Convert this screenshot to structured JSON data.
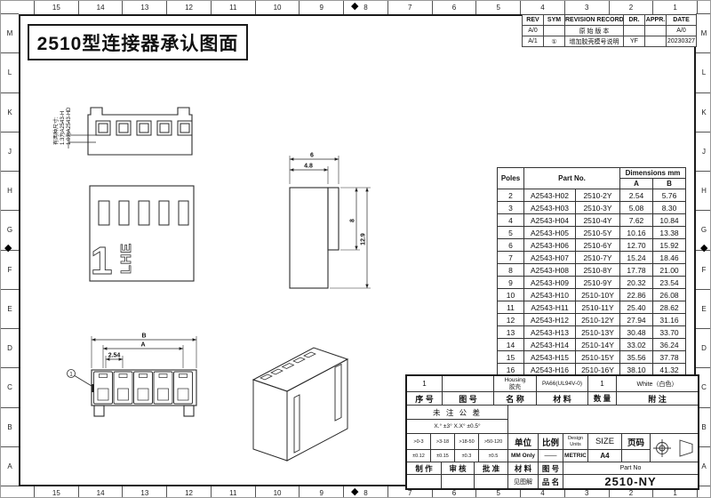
{
  "sheet": {
    "title": "2510型连接器承认图面",
    "grid_columns": [
      "15",
      "14",
      "13",
      "12",
      "11",
      "10",
      "9",
      "8",
      "7",
      "6",
      "5",
      "4",
      "3",
      "2",
      "1"
    ],
    "grid_rows": [
      "M",
      "L",
      "K",
      "J",
      "H",
      "G",
      "F",
      "E",
      "D",
      "C",
      "B",
      "A"
    ],
    "center_mark": "◆"
  },
  "revision": {
    "headers": [
      "REV",
      "SYM",
      "REVISION RECORD",
      "DR.",
      "APPR.",
      "DATE"
    ],
    "rows": [
      [
        "A/0",
        "",
        "原 始 版 本",
        "",
        "",
        "A/0"
      ],
      [
        "A/1",
        "①",
        "增加胶壳模号说明",
        "YF",
        "",
        "20230327"
      ]
    ]
  },
  "parts_table": {
    "header": {
      "poles": "Poles",
      "part_no": "Part No.",
      "dimensions": "Dimensions mm",
      "a": "A",
      "b": "B"
    },
    "rows": [
      {
        "poles": "2",
        "part_no_1": "A2543-H02",
        "part_no_2": "2510-2Y",
        "dim_a": "2.54",
        "dim_b": "5.76"
      },
      {
        "poles": "3",
        "part_no_1": "A2543-H03",
        "part_no_2": "2510-3Y",
        "dim_a": "5.08",
        "dim_b": "8.30"
      },
      {
        "poles": "4",
        "part_no_1": "A2543-H04",
        "part_no_2": "2510-4Y",
        "dim_a": "7.62",
        "dim_b": "10.84"
      },
      {
        "poles": "5",
        "part_no_1": "A2543-H05",
        "part_no_2": "2510-5Y",
        "dim_a": "10.16",
        "dim_b": "13.38"
      },
      {
        "poles": "6",
        "part_no_1": "A2543-H06",
        "part_no_2": "2510-6Y",
        "dim_a": "12.70",
        "dim_b": "15.92"
      },
      {
        "poles": "7",
        "part_no_1": "A2543-H07",
        "part_no_2": "2510-7Y",
        "dim_a": "15.24",
        "dim_b": "18.46"
      },
      {
        "poles": "8",
        "part_no_1": "A2543-H08",
        "part_no_2": "2510-8Y",
        "dim_a": "17.78",
        "dim_b": "21.00"
      },
      {
        "poles": "9",
        "part_no_1": "A2543-H09",
        "part_no_2": "2510-9Y",
        "dim_a": "20.32",
        "dim_b": "23.54"
      },
      {
        "poles": "10",
        "part_no_1": "A2543-H10",
        "part_no_2": "2510-10Y",
        "dim_a": "22.86",
        "dim_b": "26.08"
      },
      {
        "poles": "11",
        "part_no_1": "A2543-H11",
        "part_no_2": "2510-11Y",
        "dim_a": "25.40",
        "dim_b": "28.62"
      },
      {
        "poles": "12",
        "part_no_1": "A2543-H12",
        "part_no_2": "2510-12Y",
        "dim_a": "27.94",
        "dim_b": "31.16"
      },
      {
        "poles": "13",
        "part_no_1": "A2543-H13",
        "part_no_2": "2510-13Y",
        "dim_a": "30.48",
        "dim_b": "33.70"
      },
      {
        "poles": "14",
        "part_no_1": "A2543-H14",
        "part_no_2": "2510-14Y",
        "dim_a": "33.02",
        "dim_b": "36.24"
      },
      {
        "poles": "15",
        "part_no_1": "A2543-H15",
        "part_no_2": "2510-15Y",
        "dim_a": "35.56",
        "dim_b": "37.78"
      },
      {
        "poles": "16",
        "part_no_1": "A2543-H16",
        "part_no_2": "2510-16Y",
        "dim_a": "38.10",
        "dim_b": "41.32"
      }
    ]
  },
  "drawing": {
    "note_line1": "有两种尺寸:",
    "note_line2": "1.3为A2543-H",
    "note_line3": "1.0为A2543-HD",
    "marking_digit": "1",
    "marking_brand": "LHE",
    "dim_total_width": "6",
    "dim_inner_width": "4.8",
    "dim_rib_height": "8",
    "dim_total_height": "12.9",
    "dim_b": "B",
    "dim_a": "A",
    "dim_pitch": "2.54",
    "balloon_no": "1"
  },
  "bom": {
    "row": {
      "seq": "1",
      "drawing_no": "",
      "name_en": "Housing",
      "name_cn": "胶壳",
      "material": "PA66(UL94V-0)",
      "qty": "1",
      "remark": "White（白色）"
    },
    "headers": {
      "seq": "序 号",
      "drawing_no": "图  号",
      "name": "名 称",
      "material": "材 料",
      "qty": "数 量",
      "remark": "附 注"
    }
  },
  "title_block": {
    "tol_title": "未 注 公 差",
    "tol_angle": "X.° ±3°  X.X° ±0.5°",
    "tol_ranges": [
      ">0-3",
      ">3-18",
      ">18-50",
      ">50-120"
    ],
    "tol_values": [
      "±0.12",
      "±0.15",
      "±0.3",
      "±0.5"
    ],
    "unit_label": "单位",
    "unit_value": "MM Only",
    "scale_label": "比例",
    "scale_value": "——",
    "design_units_label_1": "Design",
    "design_units_label_2": "Units",
    "design_units_value": "METRIC",
    "size_label": "SIZE",
    "size_value": "A4",
    "page_label": "页码",
    "maker_label": "制 作",
    "checker_label": "审 核",
    "approver_label": "批 准",
    "material_label": "材 料",
    "material_value": "见图解",
    "drawing_no_label": "图 号",
    "part_no_label": "Part No",
    "product_name_label": "品 名",
    "part_number": "2510-NY"
  }
}
